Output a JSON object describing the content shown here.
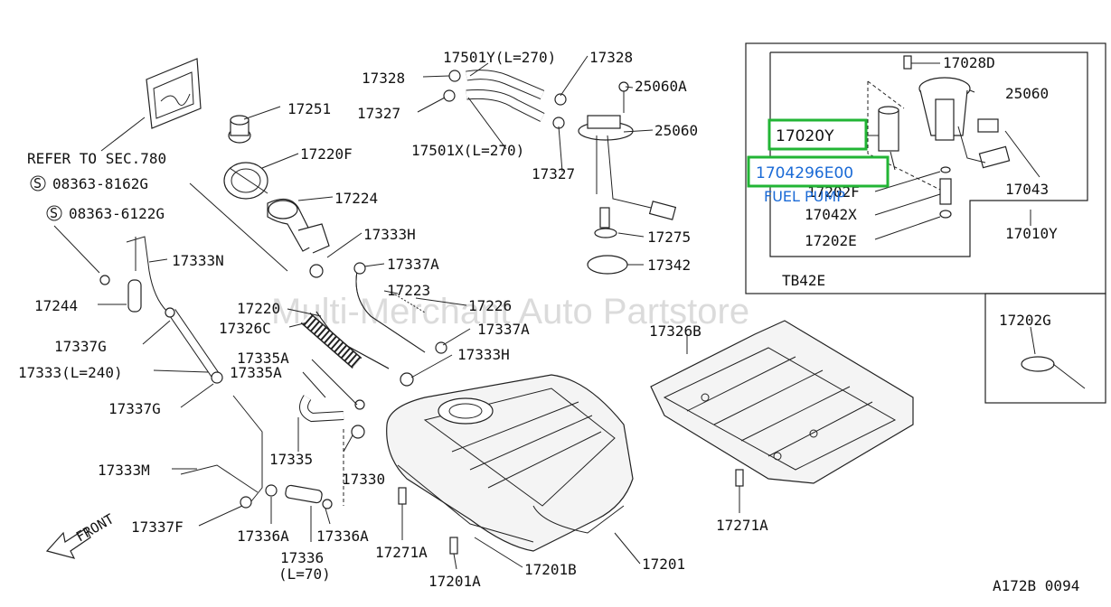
{
  "watermark": "Multi-Merchant Auto Partstore",
  "diagram_code": "A172B 0094",
  "refer_note": "REFER TO SEC.780",
  "inset_model": "TB42E",
  "front_label": "FRONT",
  "highlight": {
    "part_no": "17020Y",
    "oem_no": "1704296E00",
    "description": "FUEL PUMP",
    "accent": "#22b535",
    "text_blue": "#1a6ad6"
  },
  "labels": {
    "p17501Y": "17501Y(L=270)",
    "p17328a": "17328",
    "p17328b": "17328",
    "p17327a": "17327",
    "p17327b": "17327",
    "p17501X": "17501X(L=270)",
    "p25060A": "25060A",
    "p25060": "25060",
    "p17251": "17251",
    "p17220F": "17220F",
    "p17224": "17224",
    "p08363_8162G": "08363-8162G",
    "p08363_6122G": "08363-6122G",
    "p17333N": "17333N",
    "p17333H_a": "17333H",
    "p17337A_a": "17337A",
    "p17244": "17244",
    "p17223": "17223",
    "p17226": "17226",
    "p17220": "17220",
    "p17337A_b": "17337A",
    "p17326C": "17326C",
    "p17333H_b": "17333H",
    "p17337G_a": "17337G",
    "p17333L240": "17333(L=240)",
    "p17335A_a": "17335A",
    "p17335A_b": "17335A",
    "p17337G_b": "17337G",
    "p17335": "17335",
    "p17330": "17330",
    "p17333M": "17333M",
    "p17337F": "17337F",
    "p17336A_a": "17336A",
    "p17336A_b": "17336A",
    "p17336": "17336",
    "p17336L70": "(L=70)",
    "p17271A_a": "17271A",
    "p17271A_b": "17271A",
    "p17201A": "17201A",
    "p17201B": "17201B",
    "p17201": "17201",
    "p17275": "17275",
    "p17342": "17342",
    "p17326B": "17326B",
    "p17028D": "17028D",
    "p25060_inset": "25060",
    "p17202F": "17202F",
    "p17042X": "17042X",
    "p17202E": "17202E",
    "p17043": "17043",
    "p17010Y": "17010Y",
    "p17202G": "17202G"
  }
}
